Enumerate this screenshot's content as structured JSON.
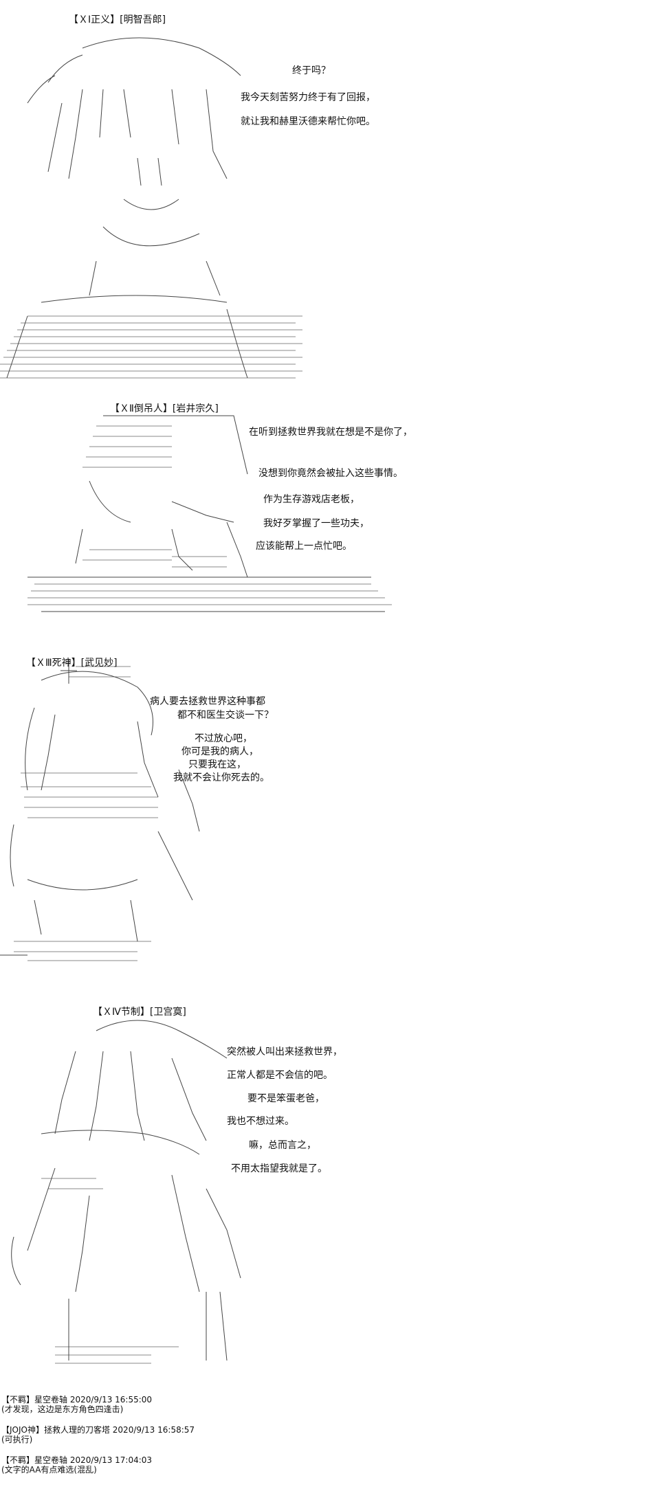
{
  "panels": [
    {
      "caption": "【ＸⅠ正义】[明智吾郎]",
      "lines": [
        "终于吗？",
        "我今天刻苦努力终于有了回报，",
        "就让我和赫里沃德来帮忙你吧。"
      ]
    },
    {
      "caption": "【ＸⅡ倒吊人】[岩井宗久]",
      "lines": [
        "在听到拯救世界我就在想是不是你了，",
        "没想到你竟然会被扯入这些事情。",
        "作为生存游戏店老板，",
        "我好歹掌握了一些功夫，",
        "应该能帮上一点忙吧。"
      ]
    },
    {
      "caption": "【ＸⅢ死神】[武见妙]",
      "lines": [
        "病人要去拯救世界这种事都",
        "都不和医生交谈一下？",
        "不过放心吧，",
        "你可是我的病人，",
        "只要我在这，",
        "我就不会让你死去的。"
      ]
    },
    {
      "caption": "【ＸⅣ节制】[卫宫寞]",
      "lines": [
        "突然被人叫出来拯救世界，",
        "正常人都是不会信的吧。",
        "要不是笨蛋老爸，",
        "我也不想过来。",
        "嘛，总而言之，",
        "不用太指望我就是了。"
      ]
    }
  ],
  "comments": [
    "【不羁】星空卷轴 2020/9/13 16:55:00",
    "(才发现，这边是东方角色四逢击)",
    "【JOJO神】拯救人理的刀客塔 2020/9/13 16:58:57",
    "(可执行)",
    "【不羁】星空卷轴 2020/9/13 17:04:03",
    "(文字的AA有点难选(混乱)"
  ],
  "icons": {
    "art-1": "character-ascii-art",
    "art-2": "character-ascii-art",
    "art-3": "character-ascii-art",
    "art-4": "character-ascii-art"
  }
}
